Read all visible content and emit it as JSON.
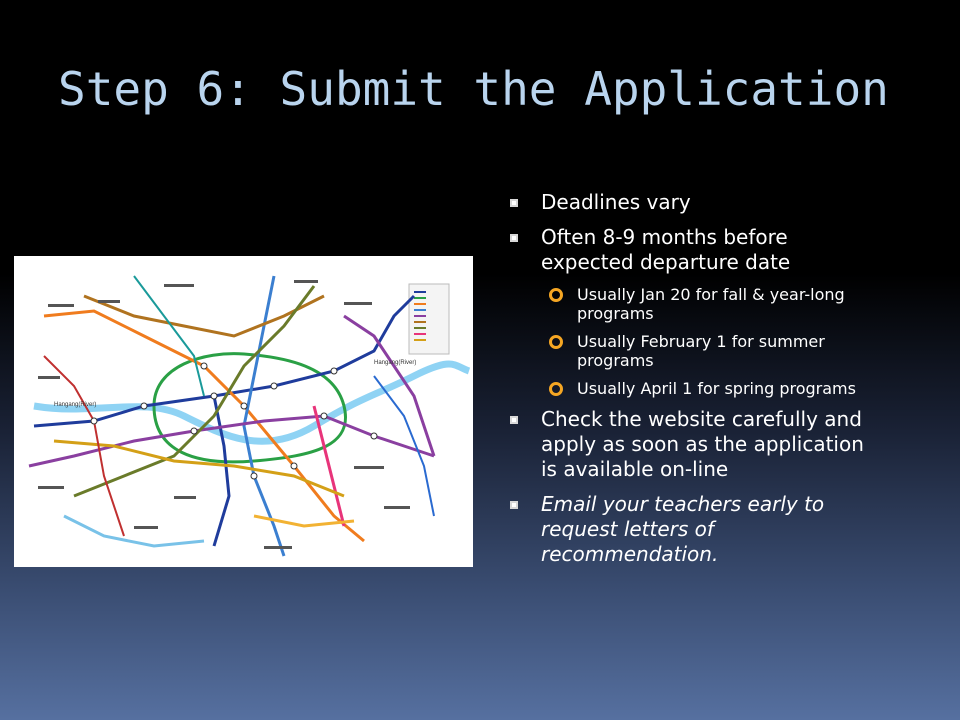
{
  "slide": {
    "title": "Step 6: Submit the Application"
  },
  "bullets": [
    {
      "text": "Deadlines vary"
    },
    {
      "text": "Often 8-9 months before expected departure date"
    },
    {
      "text": "Usually Jan 20 for fall & year-long programs",
      "level": 2
    },
    {
      "text": "Usually February 1 for summer programs",
      "level": 2
    },
    {
      "text": "Usually April 1 for spring programs",
      "level": 2
    },
    {
      "text": "Check the website carefully and apply as soon as the application is available on-line"
    },
    {
      "text": "Email your teachers early to request letters of recommendation.",
      "italic": true
    }
  ],
  "map_image": {
    "description_icon": "subway-map-image",
    "river_labels": [
      "Hangang(River)",
      "Hangang(River)"
    ]
  },
  "colors": {
    "title": "#b9d4ee",
    "text": "#ffffff",
    "sub_bullet": "#f5a623",
    "bg_top": "#000000",
    "bg_bottom": "#5670a0"
  }
}
